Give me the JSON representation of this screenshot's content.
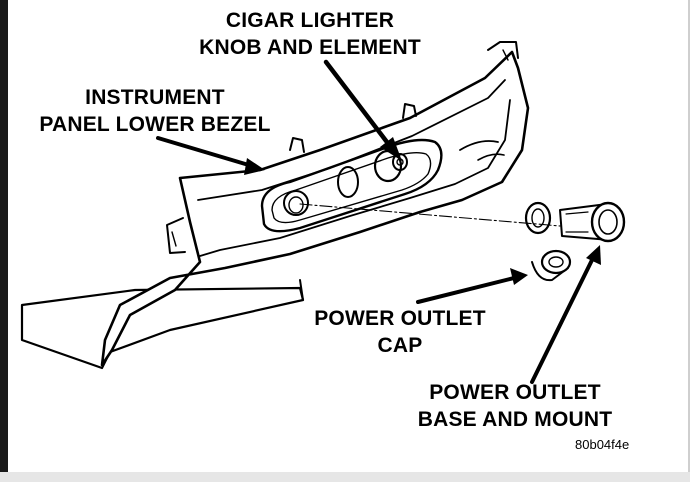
{
  "callouts": {
    "cigar_lighter": {
      "line1": "CIGAR LIGHTER",
      "line2": "KNOB AND ELEMENT"
    },
    "lower_bezel": {
      "line1": "INSTRUMENT",
      "line2": "PANEL LOWER BEZEL"
    },
    "outlet_cap": {
      "line1": "POWER OUTLET",
      "line2": "CAP"
    },
    "outlet_base": {
      "line1": "POWER OUTLET",
      "line2": "BASE AND MOUNT"
    }
  },
  "figure_code": "80b04f4e",
  "colors": {
    "ink": "#000000",
    "background": "#ffffff"
  }
}
